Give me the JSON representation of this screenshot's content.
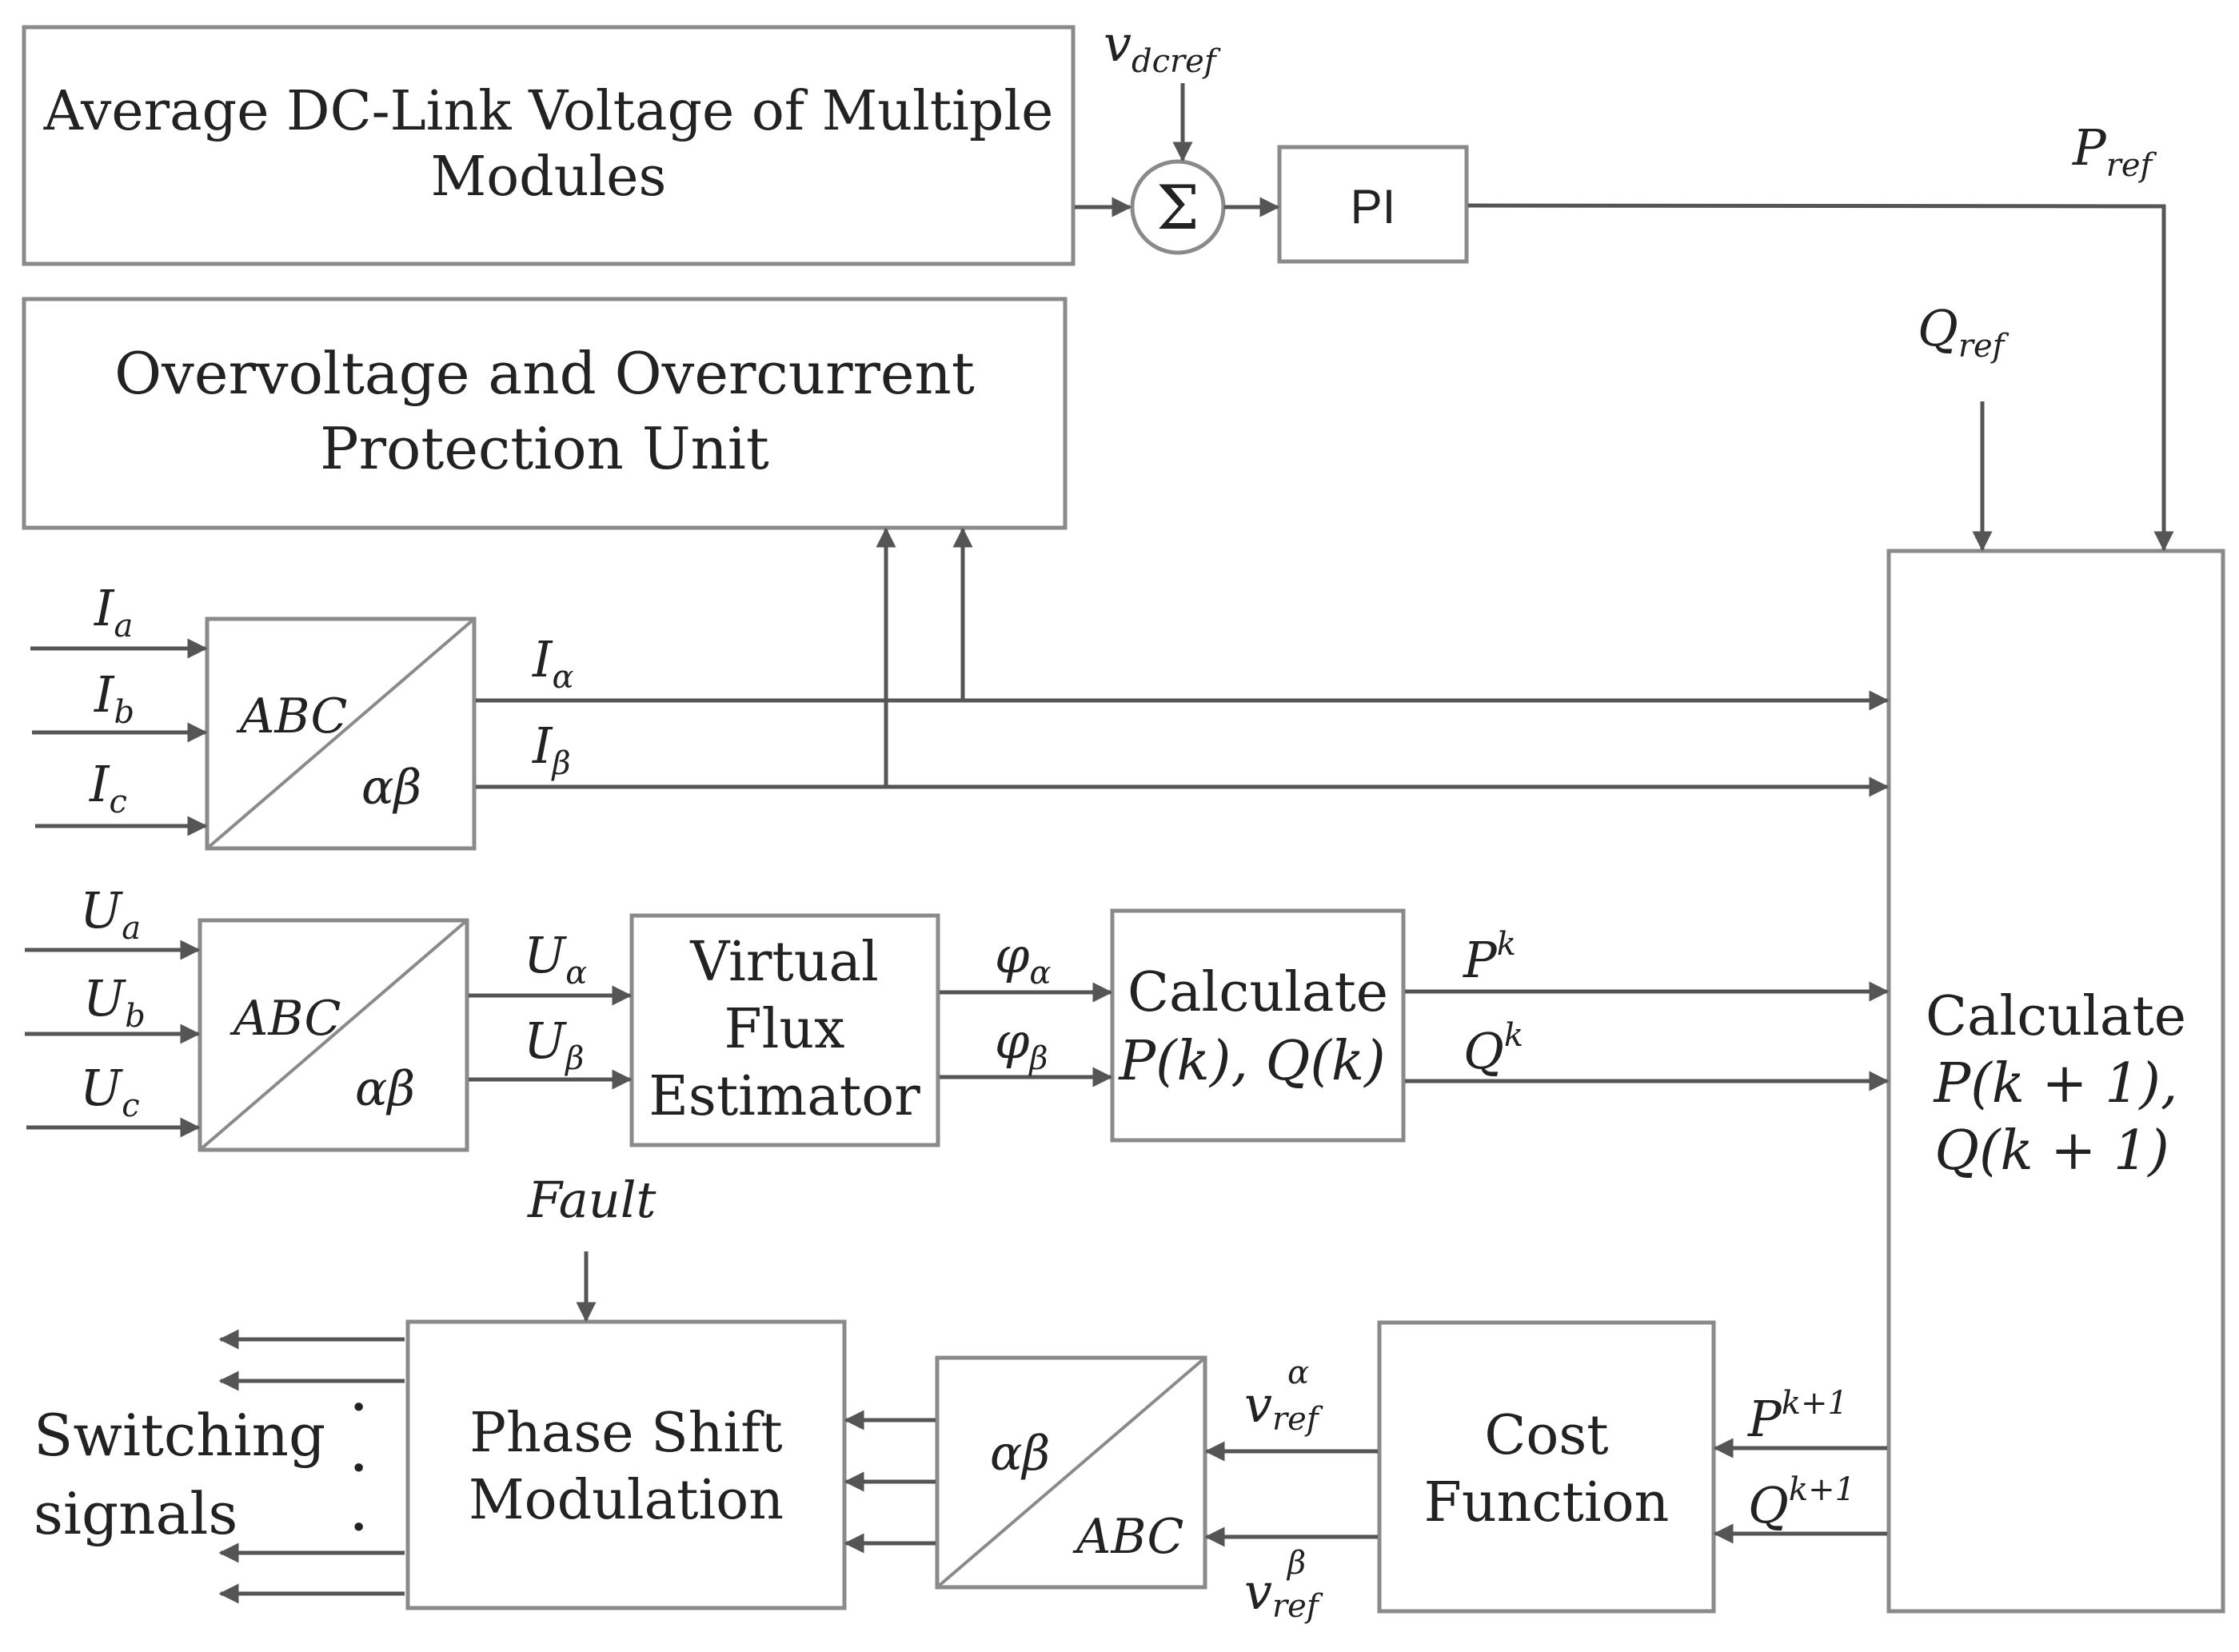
{
  "blocks": {
    "avg_dc": [
      "Average DC-Link Voltage of Multiple",
      "Modules"
    ],
    "protection": [
      "Overvoltage and Overcurrent",
      "Protection Unit"
    ],
    "pi": "PI",
    "sum": "Σ",
    "abc_ab_top": "ABC",
    "abc_ab_bottom": "αβ",
    "virtual_flux": [
      "Virtual",
      "Flux",
      "Estimator"
    ],
    "calc_pq": [
      "Calculate",
      "P(k), Q(k)"
    ],
    "calc_pq1": [
      "Calculate",
      "P(k + 1),",
      "Q(k + 1)"
    ],
    "cost": [
      "Cost",
      "Function"
    ],
    "psm": [
      "Phase Shift",
      "Modulation"
    ],
    "ab_abc_top": "αβ",
    "ab_abc_bottom": "ABC",
    "switching": [
      "Switching",
      "signals"
    ],
    "dots": "·"
  },
  "signals": {
    "vdcref": {
      "main": "v",
      "sub": "dcref"
    },
    "pref": {
      "main": "P",
      "sub": "ref"
    },
    "qref": {
      "main": "Q",
      "sub": "ref"
    },
    "ia": {
      "main": "I",
      "sub": "a"
    },
    "ib": {
      "main": "I",
      "sub": "b"
    },
    "ic": {
      "main": "I",
      "sub": "c"
    },
    "ialpha": {
      "main": "I",
      "sub": "α"
    },
    "ibeta": {
      "main": "I",
      "sub": "β"
    },
    "ua": {
      "main": "U",
      "sub": "a"
    },
    "ub": {
      "main": "U",
      "sub": "b"
    },
    "uc": {
      "main": "U",
      "sub": "c"
    },
    "ualpha": {
      "main": "U",
      "sub": "α"
    },
    "ubeta": {
      "main": "U",
      "sub": "β"
    },
    "phialpha": {
      "main": "φ",
      "sub": "α"
    },
    "phibeta": {
      "main": "φ",
      "sub": "β"
    },
    "pk": {
      "main": "P",
      "sup": "k"
    },
    "qk": {
      "main": "Q",
      "sup": "k"
    },
    "pk1": {
      "main": "P",
      "sup": "k+1"
    },
    "qk1": {
      "main": "Q",
      "sup": "k+1"
    },
    "vrefa": {
      "main": "v",
      "sub": "ref",
      "sup": "α"
    },
    "vrefb": {
      "main": "v",
      "sub": "ref",
      "sup": "β"
    },
    "fault": "Fault"
  },
  "colors": {
    "box_stroke": "#8a8a8a",
    "wire": "#555555",
    "text": "#222222"
  }
}
